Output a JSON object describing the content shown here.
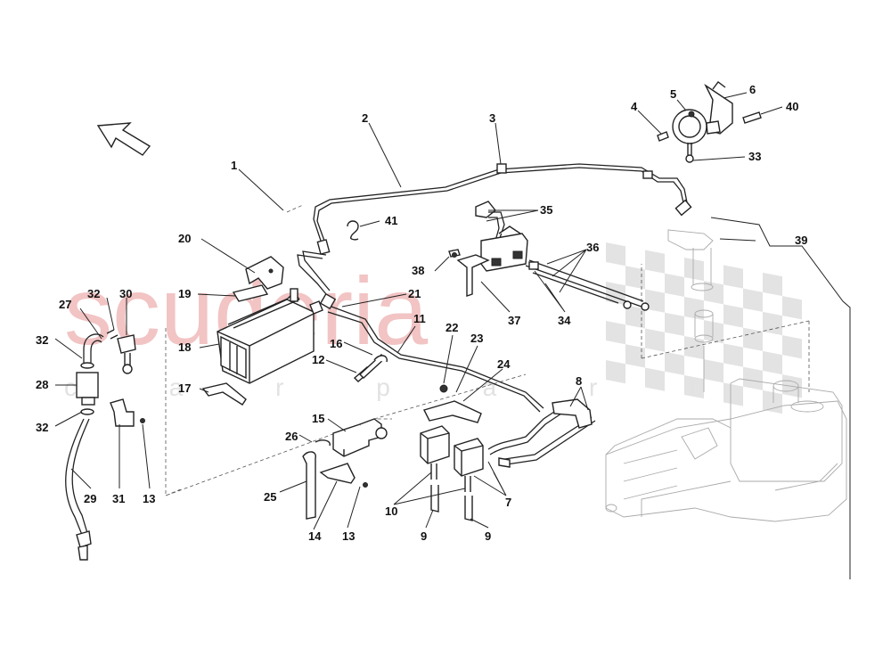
{
  "watermark": {
    "brand": "scuderia",
    "subtitle": "c a r p a r t s",
    "color": "#f2c4c4",
    "flag_color": "#d9d9d9"
  },
  "callouts": [
    {
      "id": "c1",
      "text": "1"
    },
    {
      "id": "c2",
      "text": "2"
    },
    {
      "id": "c3",
      "text": "3"
    },
    {
      "id": "c4",
      "text": "4"
    },
    {
      "id": "c5",
      "text": "5"
    },
    {
      "id": "c6",
      "text": "6"
    },
    {
      "id": "c7",
      "text": "7"
    },
    {
      "id": "c8",
      "text": "8"
    },
    {
      "id": "c9a",
      "text": "9"
    },
    {
      "id": "c9b",
      "text": "9"
    },
    {
      "id": "c10",
      "text": "10"
    },
    {
      "id": "c11",
      "text": "11"
    },
    {
      "id": "c12",
      "text": "12"
    },
    {
      "id": "c13a",
      "text": "13"
    },
    {
      "id": "c13b",
      "text": "13"
    },
    {
      "id": "c14",
      "text": "14"
    },
    {
      "id": "c15",
      "text": "15"
    },
    {
      "id": "c16",
      "text": "16"
    },
    {
      "id": "c17",
      "text": "17"
    },
    {
      "id": "c18",
      "text": "18"
    },
    {
      "id": "c19",
      "text": "19"
    },
    {
      "id": "c20",
      "text": "20"
    },
    {
      "id": "c21",
      "text": "21"
    },
    {
      "id": "c22",
      "text": "22"
    },
    {
      "id": "c23",
      "text": "23"
    },
    {
      "id": "c24",
      "text": "24"
    },
    {
      "id": "c25",
      "text": "25"
    },
    {
      "id": "c26",
      "text": "26"
    },
    {
      "id": "c27",
      "text": "27"
    },
    {
      "id": "c28",
      "text": "28"
    },
    {
      "id": "c29",
      "text": "29"
    },
    {
      "id": "c30",
      "text": "30"
    },
    {
      "id": "c31",
      "text": "31"
    },
    {
      "id": "c32a",
      "text": "32"
    },
    {
      "id": "c32b",
      "text": "32"
    },
    {
      "id": "c32c",
      "text": "32"
    },
    {
      "id": "c33",
      "text": "33"
    },
    {
      "id": "c34",
      "text": "34"
    },
    {
      "id": "c35",
      "text": "35"
    },
    {
      "id": "c36",
      "text": "36"
    },
    {
      "id": "c37",
      "text": "37"
    },
    {
      "id": "c38",
      "text": "38"
    },
    {
      "id": "c39",
      "text": "39"
    },
    {
      "id": "c40",
      "text": "40"
    },
    {
      "id": "c41",
      "text": "41"
    }
  ]
}
